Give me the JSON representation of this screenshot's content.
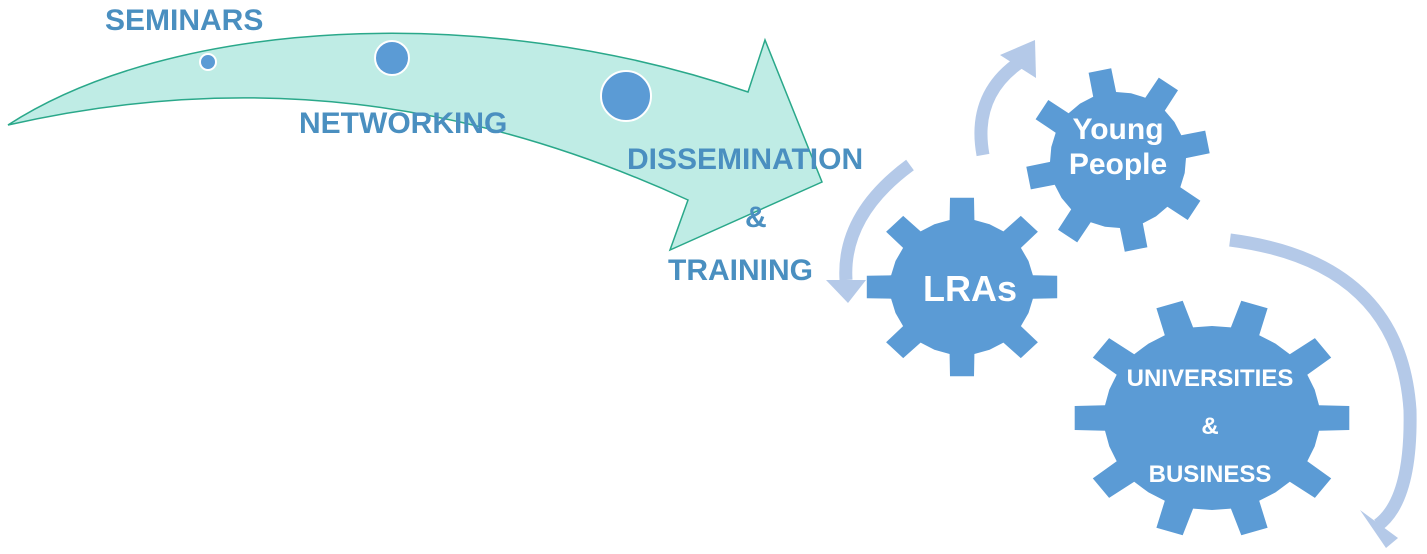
{
  "arrow": {
    "stages": [
      "SEMINARS",
      "NETWORKING",
      "DISSEMINATION",
      "&",
      "TRAINING"
    ],
    "fill_color": "#bfece5",
    "stroke_color": "#2aa88a",
    "dot_color": "#5b9bd5",
    "label_color": "#4a8fc0"
  },
  "gears": {
    "young_people": [
      "Young",
      "People"
    ],
    "lras": "LRAs",
    "universities_business": [
      "UNIVERSITIES",
      "&",
      "BUSINESS"
    ],
    "fill_color": "#5b9bd5",
    "text_color": "#ffffff",
    "cycle_arrow_color": "#b4c9e8"
  }
}
